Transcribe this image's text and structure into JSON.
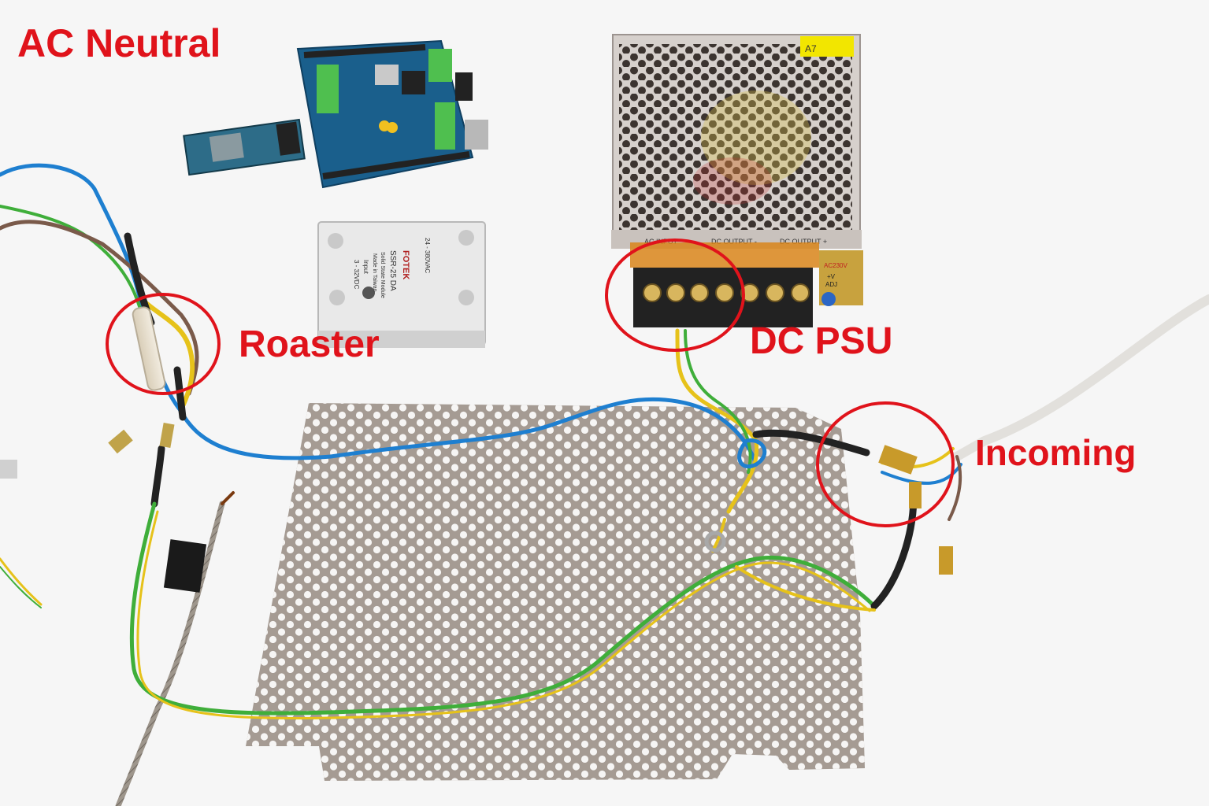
{
  "labels": {
    "ac_neutral": "AC Neutral",
    "roaster": "Roaster",
    "dc_psu": "DC PSU",
    "incoming": "Incoming"
  },
  "psu": {
    "tag": "A7",
    "ac_input": "AC INPUT",
    "dc_output_1": "DC OUTPUT -",
    "dc_output_2": "DC OUTPUT +",
    "voltage": "AC230V",
    "adj_v": "+V",
    "adj": "ADJ"
  },
  "ssr": {
    "brand": "FOTEK",
    "model": "SSR-25 DA",
    "load_voltage": "24 - 380VAC",
    "input_label": "Input",
    "input_voltage": "3 - 32VDC",
    "subtitle": "Solid State Module",
    "origin": "Made in Taiwan"
  },
  "colors": {
    "annotation": "#e0131b",
    "wire_blue": "#1e7fd0",
    "wire_yellow": "#e6c21a",
    "wire_green": "#3fae3a",
    "wire_brown": "#7a5a4a",
    "board_blue": "#1a5f8c",
    "mesh_metal": "#a49a92"
  }
}
